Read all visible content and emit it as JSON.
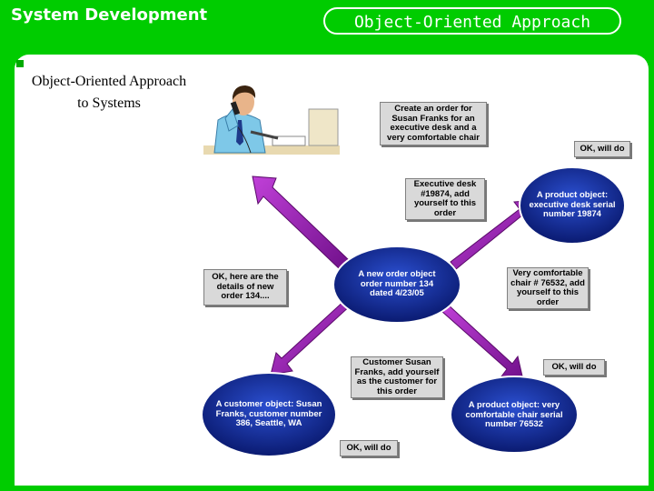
{
  "header": {
    "title": "System Development",
    "pill_title": "Object-Oriented Approach"
  },
  "sidebar": {
    "text": "Object-Oriented Approach to Systems"
  },
  "diagram": {
    "messages": {
      "create_order": "Create an order for Susan Franks for an executive desk and a very comfortable chair",
      "ok_will_do_1": "OK, will do",
      "executive_desk_add": "Executive desk #19874, add yourself to this order",
      "ok_details": "OK, here are the details of new order 134....",
      "chair_add": "Very comfortable chair # 76532, add yourself to this order",
      "customer_add": "Customer Susan Franks, add yourself as the customer for this order",
      "ok_will_do_2": "OK, will do",
      "ok_will_do_3": "OK, will do"
    },
    "objects": {
      "product_desk": "A product object: executive desk serial number 19874",
      "new_order": "A new order object order number 134 dated 4/23/05",
      "customer": "A customer object: Susan Franks, customer number 386, Seattle, WA",
      "product_chair": "A product object: very comfortable chair serial number 76532"
    },
    "colors": {
      "object_fill": "#1a2fa0",
      "arrow_fill": "#9b1fb0",
      "label_fill": "#d9d9d9",
      "background": "#00cc00"
    }
  }
}
